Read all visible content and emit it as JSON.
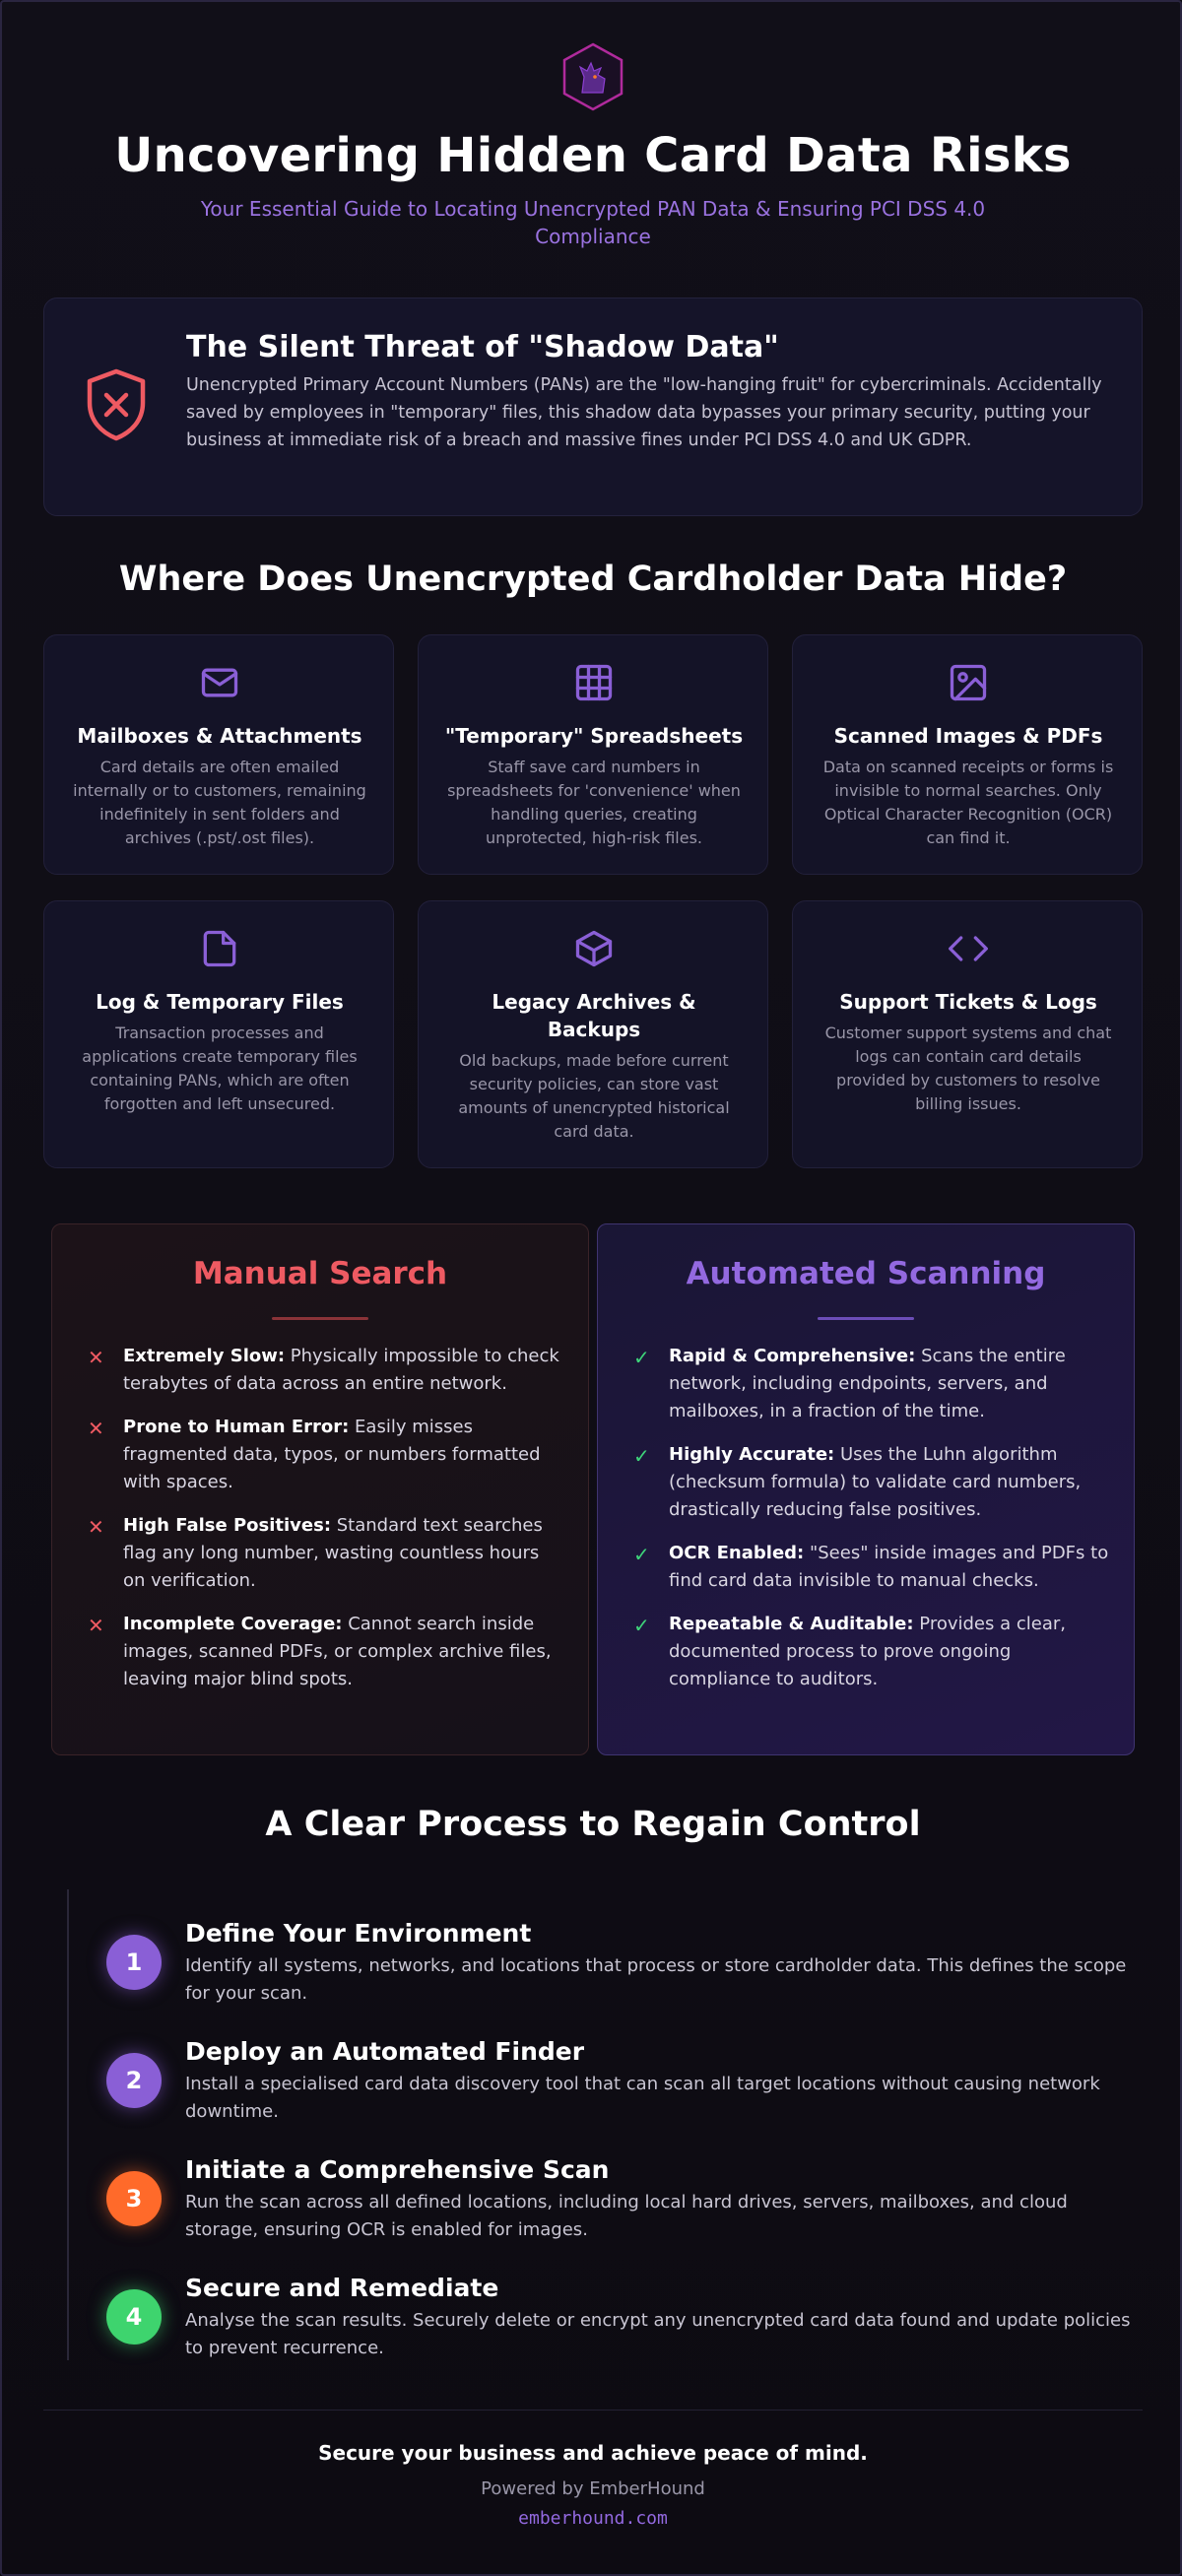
{
  "header": {
    "logo_icon": "ember-hound-logo-icon",
    "title": "Uncovering Hidden Card Data Risks",
    "subtitle": "Your Essential Guide to Locating Unencrypted PAN Data & Ensuring PCI DSS 4.0 Compliance"
  },
  "threat": {
    "icon": "shield-x-icon",
    "title": "The Silent Threat of \"Shadow Data\"",
    "body": "Unencrypted Primary Account Numbers (PANs) are the \"low-hanging fruit\" for cybercriminals. Accidentally saved by employees in \"temporary\" files, this shadow data bypasses your primary security, putting your business at immediate risk of a breach and massive fines under PCI DSS 4.0 and UK GDPR."
  },
  "locations": {
    "heading": "Where Does Unencrypted Cardholder Data Hide?",
    "cards": [
      {
        "icon": "mail-icon",
        "title": "Mailboxes & Attachments",
        "body": "Card details are often emailed internally or to customers, remaining indefinitely in sent folders and archives (.pst/.ost files)."
      },
      {
        "icon": "grid-spreadsheet-icon",
        "title": "\"Temporary\" Spreadsheets",
        "body": "Staff save card numbers in spreadsheets for 'convenience' when handling queries, creating unprotected, high-risk files."
      },
      {
        "icon": "image-icon",
        "title": "Scanned Images & PDFs",
        "body": "Data on scanned receipts or forms is invisible to normal searches. Only Optical Character Recognition (OCR) can find it."
      },
      {
        "icon": "file-icon",
        "title": "Log & Temporary Files",
        "body": "Transaction processes and applications create temporary files containing PANs, which are often forgotten and left unsecured."
      },
      {
        "icon": "box-icon",
        "title": "Legacy Archives & Backups",
        "body": "Old backups, made before current security policies, can store vast amounts of unencrypted historical card data."
      },
      {
        "icon": "code-icon",
        "title": "Support Tickets & Logs",
        "body": "Customer support systems and chat logs can contain card details provided by customers to resolve billing issues."
      }
    ]
  },
  "comparison": {
    "manual": {
      "title": "Manual Search",
      "color": "#ee5a62",
      "items": [
        {
          "label": "Extremely Slow:",
          "text": " Physically impossible to check terabytes of data across an entire network."
        },
        {
          "label": "Prone to Human Error:",
          "text": " Easily misses fragmented data, typos, or numbers formatted with spaces."
        },
        {
          "label": "High False Positives:",
          "text": " Standard text searches flag any long number, wasting countless hours on verification."
        },
        {
          "label": "Incomplete Coverage:",
          "text": " Cannot search inside images, scanned PDFs, or complex archive files, leaving major blind spots."
        }
      ]
    },
    "auto": {
      "title": "Automated Scanning",
      "color": "#9369e0",
      "items": [
        {
          "label": "Rapid & Comprehensive:",
          "text": " Scans the entire network, including endpoints, servers, and mailboxes, in a fraction of the time."
        },
        {
          "label": "Highly Accurate:",
          "text": " Uses the Luhn algorithm (checksum formula) to validate card numbers, drastically reducing false positives."
        },
        {
          "label": "OCR Enabled:",
          "text": " \"Sees\" inside images and PDFs to find card data invisible to manual checks."
        },
        {
          "label": "Repeatable & Auditable:",
          "text": " Provides a clear, documented process to prove ongoing compliance to auditors."
        }
      ]
    }
  },
  "process": {
    "heading": "A Clear Process to Regain Control",
    "steps": [
      {
        "num": "1",
        "color": "#8a5fd6",
        "title": "Define Your Environment",
        "body": "Identify all systems, networks, and locations that process or store cardholder data. This defines the scope for your scan."
      },
      {
        "num": "2",
        "color": "#8a5fd6",
        "title": "Deploy an Automated Finder",
        "body": "Install a specialised card data discovery tool that can scan all target locations without causing network downtime."
      },
      {
        "num": "3",
        "color": "#ff6a2a",
        "title": "Initiate a Comprehensive Scan",
        "body": "Run the scan across all defined locations, including local hard drives, servers, mailboxes, and cloud storage, ensuring OCR is enabled for images."
      },
      {
        "num": "4",
        "color": "#3ed46e",
        "title": "Secure and Remediate",
        "body": "Analyse the scan results. Securely delete or encrypt any unencrypted card data found and update policies to prevent recurrence."
      }
    ]
  },
  "footer": {
    "tagline": "Secure your business and achieve peace of mind.",
    "powered": "Powered by EmberHound",
    "url": "emberhound.com"
  }
}
